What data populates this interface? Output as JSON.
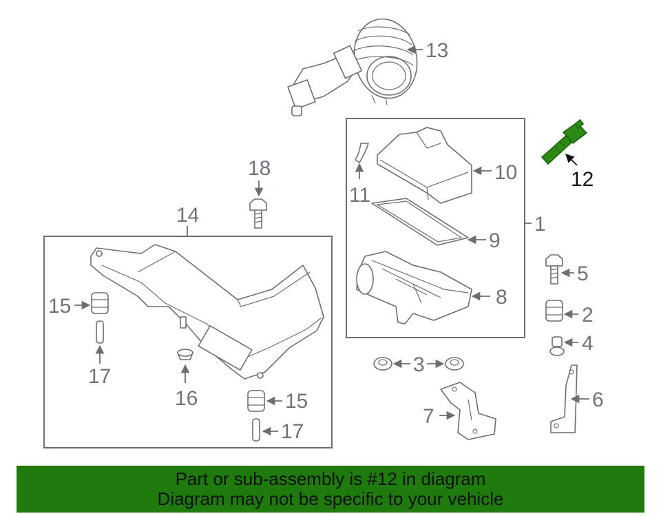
{
  "diagram": {
    "highlight_color": "#2a8a13",
    "banner_color": "#1f7a0e",
    "highlighted_part": "12",
    "callouts": [
      "1",
      "2",
      "3",
      "4",
      "5",
      "6",
      "7",
      "8",
      "9",
      "10",
      "11",
      "12",
      "13",
      "14",
      "15",
      "15",
      "16",
      "17",
      "17",
      "18"
    ]
  },
  "banner": {
    "line1": "Part or sub-assembly is #12 in diagram",
    "line2": "Diagram may not be specific to your vehicle"
  }
}
